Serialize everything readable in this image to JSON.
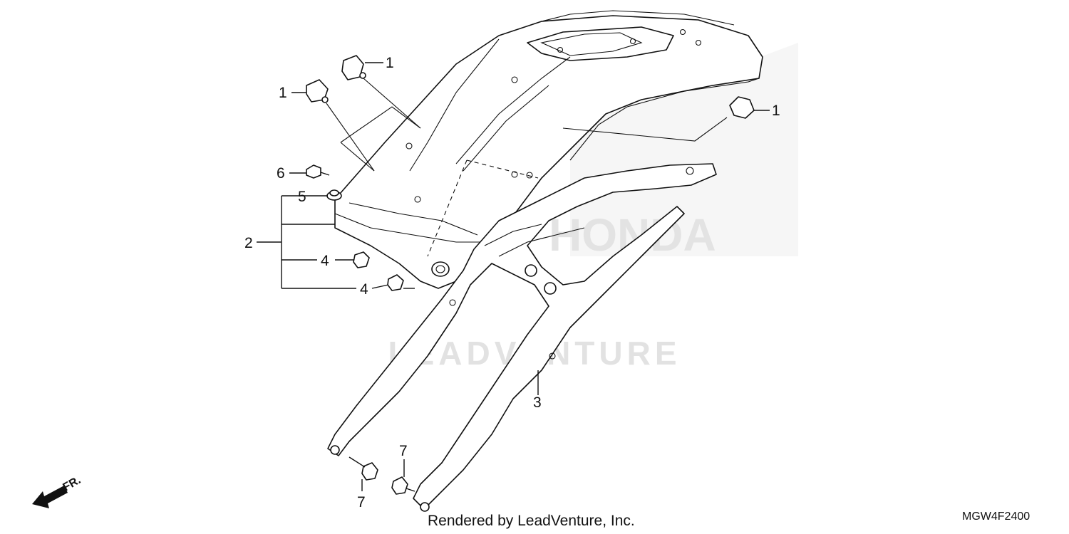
{
  "callouts": {
    "c1a": "1",
    "c1b": "1",
    "c1c": "1",
    "c2": "2",
    "c3": "3",
    "c4a": "4",
    "c4b": "4",
    "c5": "5",
    "c6": "6",
    "c7a": "7",
    "c7b": "7"
  },
  "watermark": {
    "logo_text": "HONDA",
    "brand_text": "LEADVENTURE"
  },
  "front_arrow": {
    "label": "FR.",
    "icon": "front-direction-arrow"
  },
  "footer": {
    "rendered_by": "Rendered by LeadVenture, Inc.",
    "diagram_code": "MGW4F2400"
  },
  "colors": {
    "line": "#111111",
    "watermark": "#d9d9d9",
    "background": "#ffffff"
  }
}
